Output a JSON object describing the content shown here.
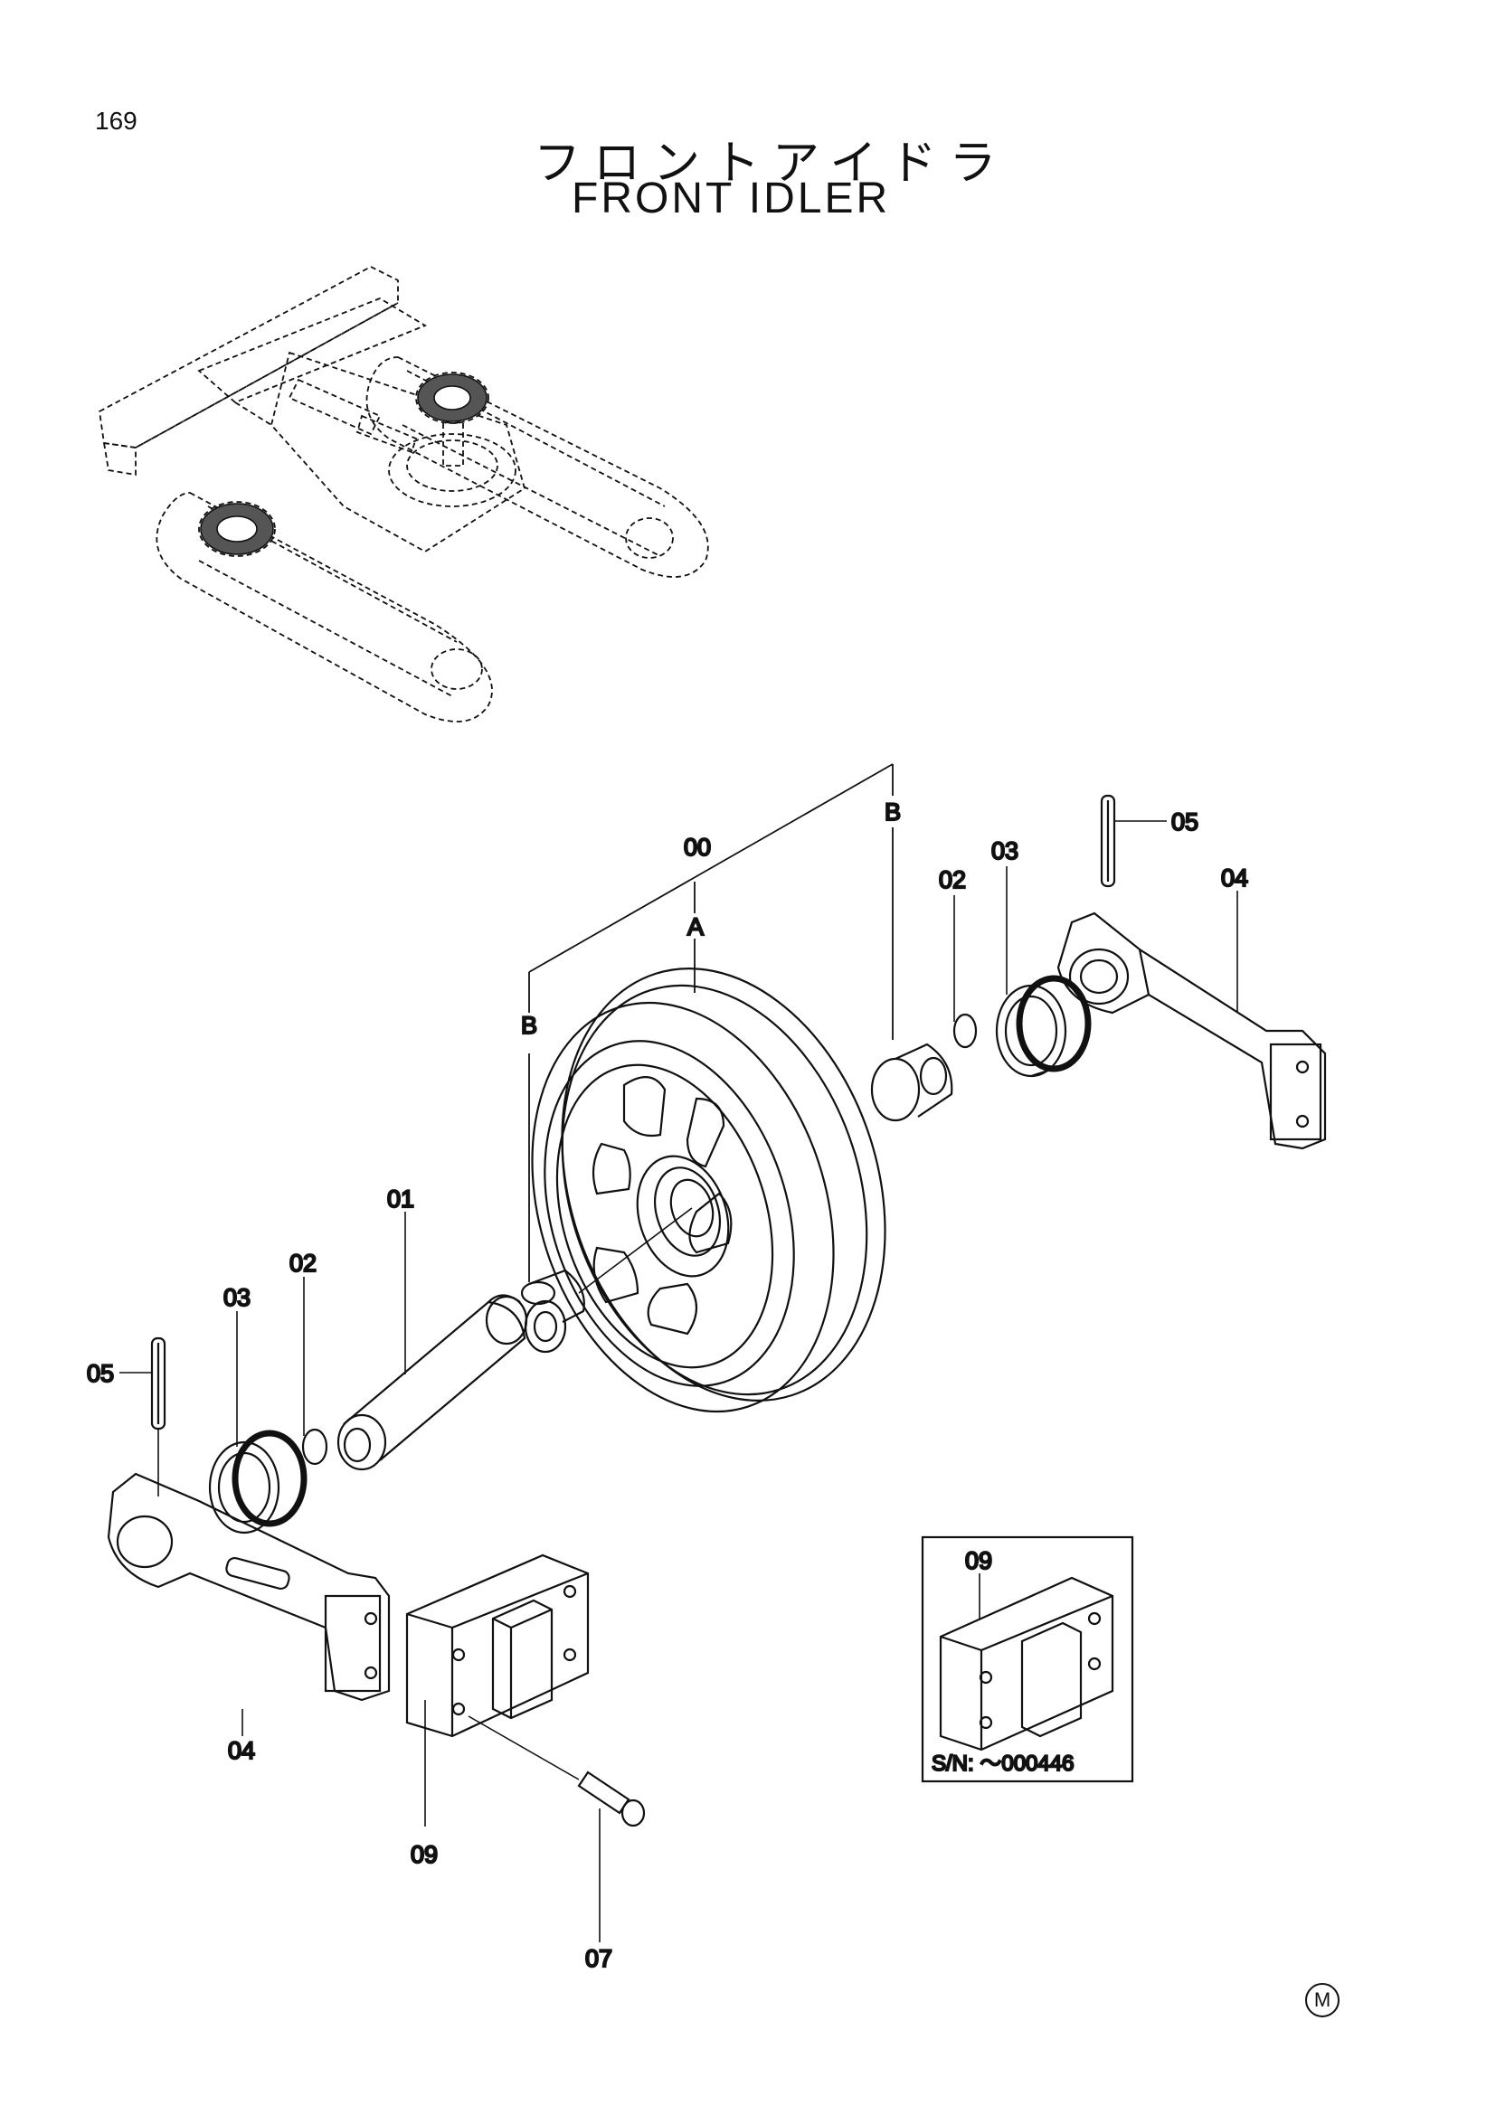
{
  "page": {
    "number": "169"
  },
  "title": {
    "japanese": "フロントアイドラ",
    "english": "FRONT IDLER"
  },
  "callouts": {
    "c00": "00",
    "cA": "A",
    "cB1": "B",
    "cB2": "B",
    "c01": "01",
    "c02_left": "02",
    "c02_right": "02",
    "c03_left": "03",
    "c03_right": "03",
    "c04_left": "04",
    "c04_right": "04",
    "c05_left": "05",
    "c05_right": "05",
    "c07": "07",
    "c09": "09",
    "c09_inset": "09"
  },
  "inset": {
    "serial_label": "S/N:  ～000446"
  },
  "footer": {
    "mark": "M"
  }
}
